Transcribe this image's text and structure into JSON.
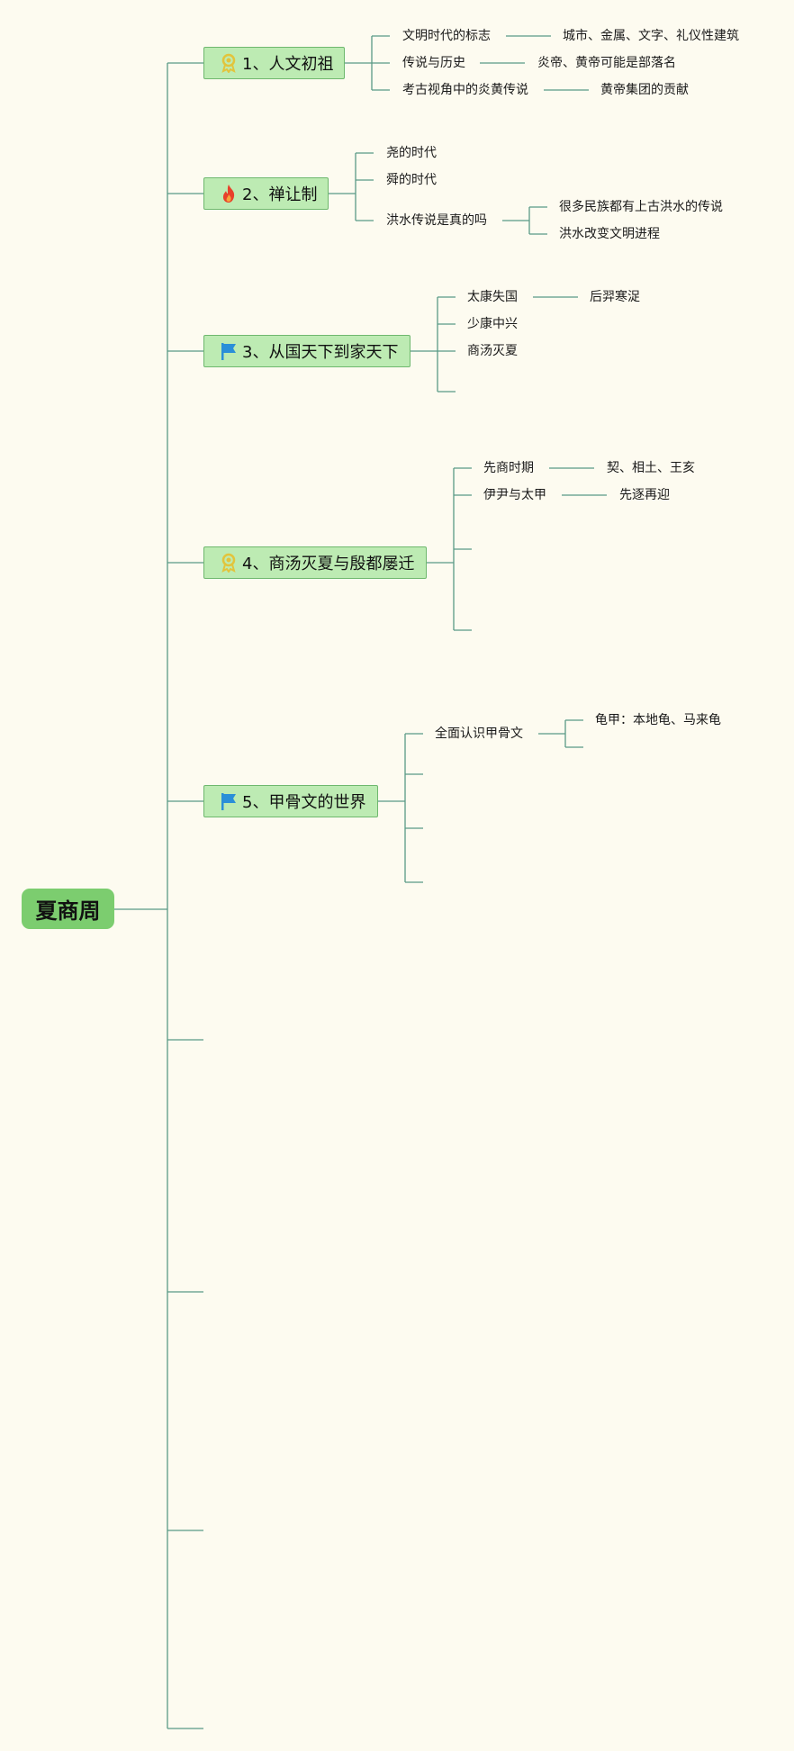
{
  "root": {
    "title": "夏商周"
  },
  "topics": [
    {
      "label": "1、人文初祖",
      "icon": "award-ribbon-icon",
      "children": [
        {
          "label": "文明时代的标志",
          "child": "城市、金属、文字、礼仪性建筑"
        },
        {
          "label": "传说与历史",
          "child": "炎帝、黄帝可能是部落名"
        },
        {
          "label": "考古视角中的炎黄传说",
          "child": "黄帝集团的贡献"
        }
      ]
    },
    {
      "label": "2、禅让制",
      "icon": "fire-icon",
      "children": [
        {
          "label": "尧的时代"
        },
        {
          "label": "舜的时代"
        },
        {
          "label": "洪水传说是真的吗",
          "grandchildren": [
            "很多民族都有上古洪水的传说",
            "洪水改变文明进程"
          ]
        }
      ]
    },
    {
      "label": "3、从国天下到家天下",
      "icon": "flag-icon",
      "children": [
        {
          "label": "太康失国",
          "child": "后羿寒浞"
        },
        {
          "label": "少康中兴"
        },
        {
          "label": "商汤灭夏"
        }
      ]
    },
    {
      "label": "4、商汤灭夏与殷都屡迁",
      "icon": "award-ribbon-icon",
      "children": [
        {
          "label": "先商时期",
          "child": "契、相土、王亥"
        },
        {
          "label": "伊尹与太甲",
          "child": "先逐再迎"
        }
      ]
    },
    {
      "label": "5、甲骨文的世界",
      "icon": "flag-icon",
      "children": [
        {
          "label": "全面认识甲骨文",
          "grandchildren": [
            "龟甲：本地龟、马来龟"
          ]
        }
      ]
    }
  ],
  "colors": {
    "background": "#fdfbf0",
    "root_fill": "#7ccd6f",
    "topic_fill": "#bdebb3",
    "topic_border": "#6fb86e",
    "connector": "#5a9a86",
    "award_icon": "#e2c43c",
    "fire_icon": "#e8402a",
    "flag_icon": "#2a8fd8"
  }
}
